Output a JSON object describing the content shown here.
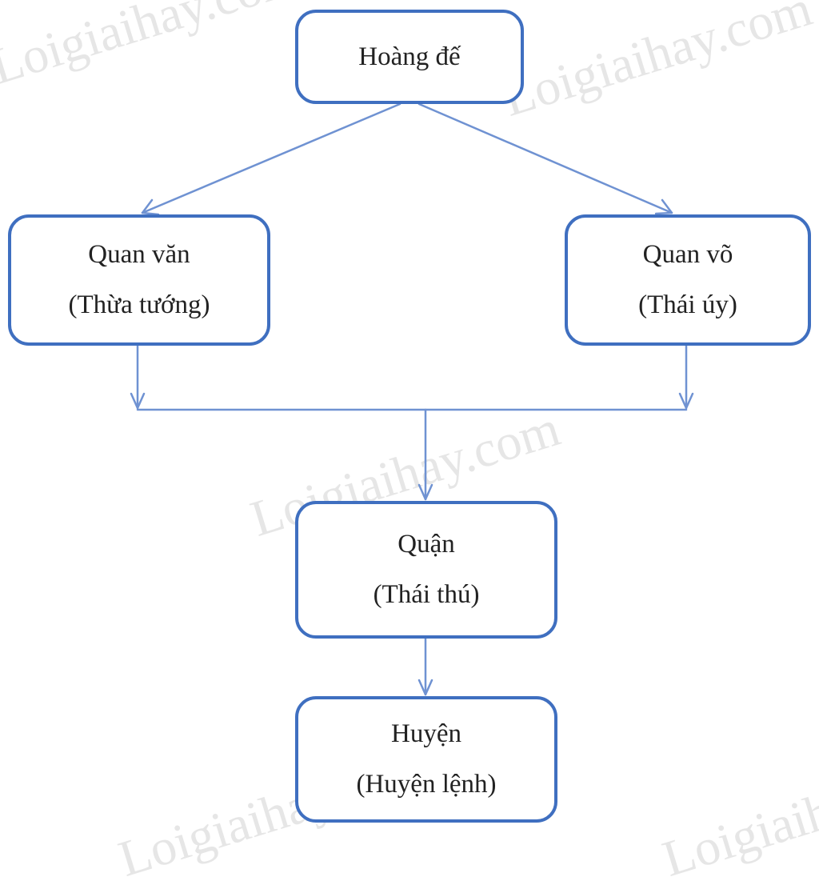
{
  "diagram": {
    "nodes": {
      "emperor": {
        "lines": [
          "Hoàng đế"
        ]
      },
      "civil": {
        "lines": [
          "Quan văn",
          "(Thừa tướng)"
        ]
      },
      "military": {
        "lines": [
          "Quan võ",
          "(Thái úy)"
        ]
      },
      "district": {
        "lines": [
          "Quận",
          "(Thái thú)"
        ]
      },
      "county": {
        "lines": [
          "Huyện",
          "(Huyện lệnh)"
        ]
      }
    },
    "edges": [
      {
        "from": "emperor",
        "to": "civil"
      },
      {
        "from": "emperor",
        "to": "military"
      },
      {
        "from": "civil",
        "to": "district"
      },
      {
        "from": "military",
        "to": "district"
      },
      {
        "from": "district",
        "to": "county"
      }
    ]
  },
  "colors": {
    "box_border": "#3f6fc0",
    "connector": "#6f92d2",
    "text": "#222222",
    "watermark": "#d6d6d6"
  },
  "watermark": {
    "text": "Loigiaihay.com"
  }
}
